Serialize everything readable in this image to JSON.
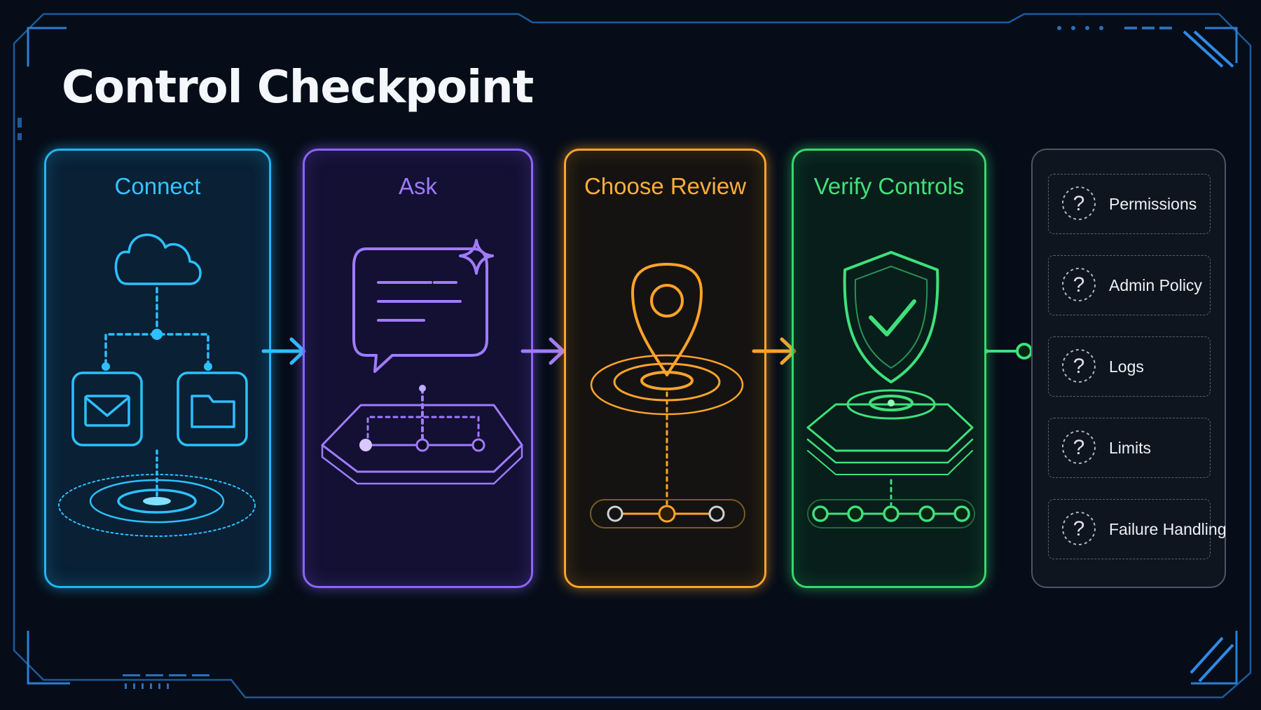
{
  "title": "Control Checkpoint",
  "steps": [
    {
      "label": "Connect",
      "color": "#23b5f0",
      "icon": "cloud-network-icon"
    },
    {
      "label": "Ask",
      "color": "#8d64ff",
      "icon": "chat-sparkle-icon"
    },
    {
      "label": "Choose Review",
      "color": "#ffa329",
      "icon": "location-pin-icon"
    },
    {
      "label": "Verify Controls",
      "color": "#36d86e",
      "icon": "shield-check-icon"
    }
  ],
  "checks": [
    {
      "label": "Permissions",
      "icon": "question-icon"
    },
    {
      "label": "Admin Policy",
      "icon": "question-icon"
    },
    {
      "label": "Logs",
      "icon": "question-icon"
    },
    {
      "label": "Limits",
      "icon": "question-icon"
    },
    {
      "label": "Failure Handling",
      "icon": "question-icon"
    }
  ]
}
